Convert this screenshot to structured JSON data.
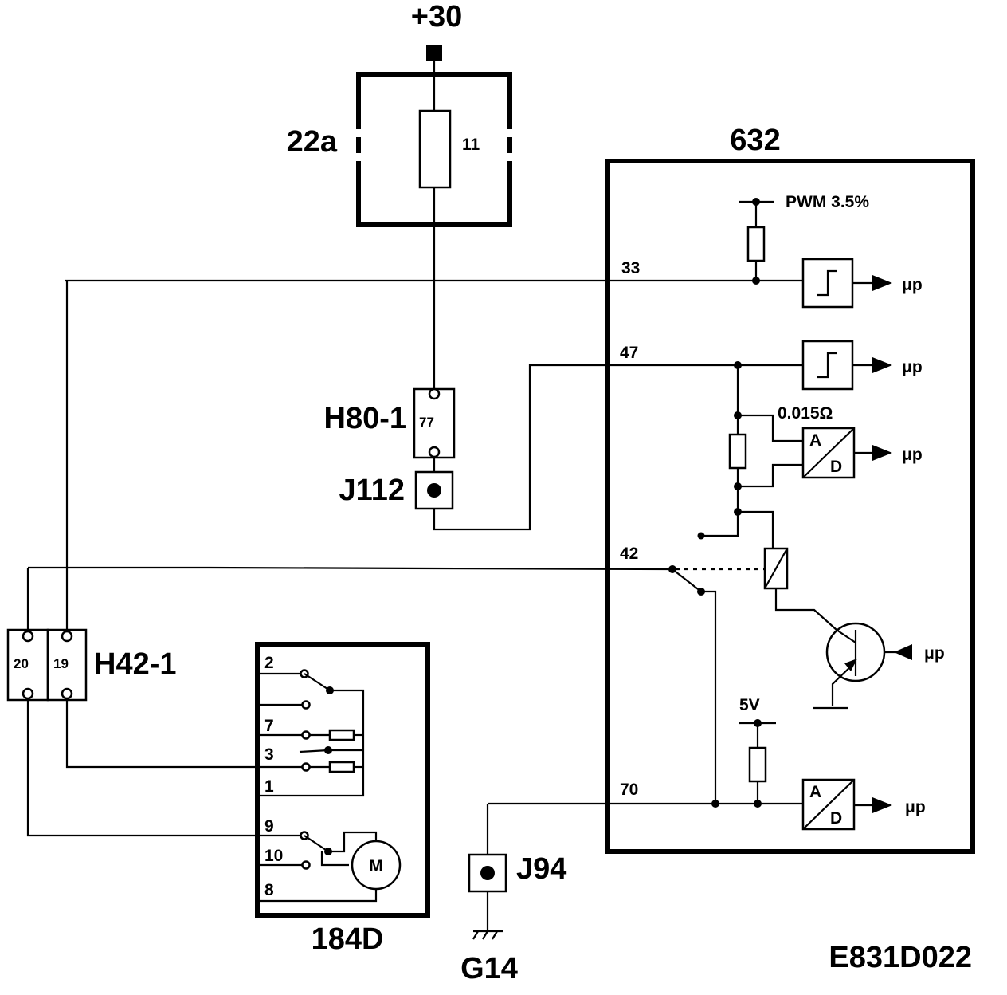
{
  "labels": {
    "supply": "+30",
    "fuse_box": "22a",
    "fuse_number": "11",
    "module": "632",
    "pwm": "PWM 3.5%",
    "pin33": "33",
    "pin47": "47",
    "pin42": "42",
    "pin70": "70",
    "shunt": "0.015Ω",
    "v5": "5V",
    "micro": "μp",
    "ad_a": "A",
    "ad_d": "D",
    "connector_h80": "H80-1",
    "h80_pin": "77",
    "splice_j112": "J112",
    "connector_h42": "H42-1",
    "h42_pin20": "20",
    "h42_pin19": "19",
    "switch_box": "184D",
    "sw_pins": [
      "2",
      "7",
      "3",
      "1",
      "9",
      "10",
      "8"
    ],
    "motor": "M",
    "splice_j94": "J94",
    "ground": "G14",
    "diagram_code": "E831D022"
  }
}
